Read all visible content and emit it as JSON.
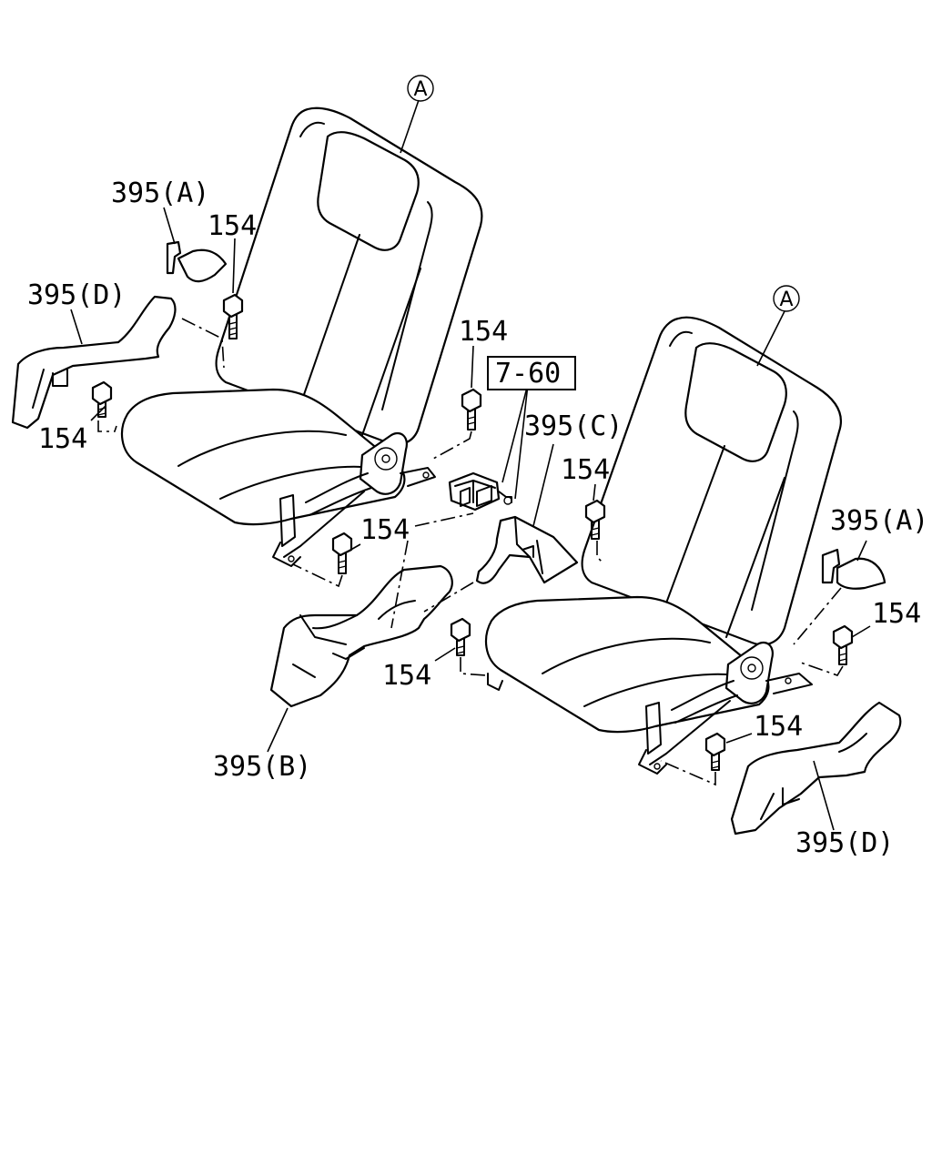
{
  "callouts": {
    "ref_a": "A",
    "ref_box": "7-60"
  },
  "labels": {
    "l395a_left": "395(A)",
    "l154_top": "154",
    "l395d_left": "395(D)",
    "l154_left": "154",
    "l154_mid_top": "154",
    "l395c": "395(C)",
    "l154_center": "154",
    "l154_right_top": "154",
    "l395a_right": "395(A)",
    "l154_right": "154",
    "l154_lower_mid": "154",
    "l395b": "395(B)",
    "l154_right_low": "154",
    "l395d_right": "395(D)"
  }
}
